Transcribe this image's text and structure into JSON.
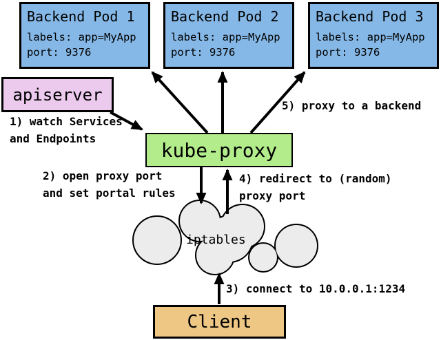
{
  "colors": {
    "pod_fill": "#85b8e7",
    "apiserver_fill": "#eccaee",
    "kubeproxy_fill": "#b2ec8b",
    "client_fill": "#edc783",
    "cloud_fill": "#ececec",
    "border": "#000000"
  },
  "pods": [
    {
      "title": "Backend Pod 1",
      "labels": "labels: app=MyApp",
      "port": "port: 9376"
    },
    {
      "title": "Backend Pod 2",
      "labels": "labels: app=MyApp",
      "port": "port: 9376"
    },
    {
      "title": "Backend Pod 3",
      "labels": "labels: app=MyApp",
      "port": "port: 9376"
    }
  ],
  "apiserver": {
    "label": "apiserver"
  },
  "kube_proxy": {
    "label": "kube-proxy"
  },
  "iptables": {
    "label": "iptables"
  },
  "client": {
    "label": "Client"
  },
  "annotations": {
    "step1": {
      "line1": "1) watch Services",
      "line2": "and Endpoints"
    },
    "step2": {
      "line1": "2) open proxy port",
      "line2": "and set portal rules"
    },
    "step3": {
      "line1": "3) connect to 10.0.0.1:1234"
    },
    "step4": {
      "line1": "4) redirect to (random)",
      "line2": "proxy port"
    },
    "step5": {
      "line1": "5) proxy to a backend"
    }
  }
}
